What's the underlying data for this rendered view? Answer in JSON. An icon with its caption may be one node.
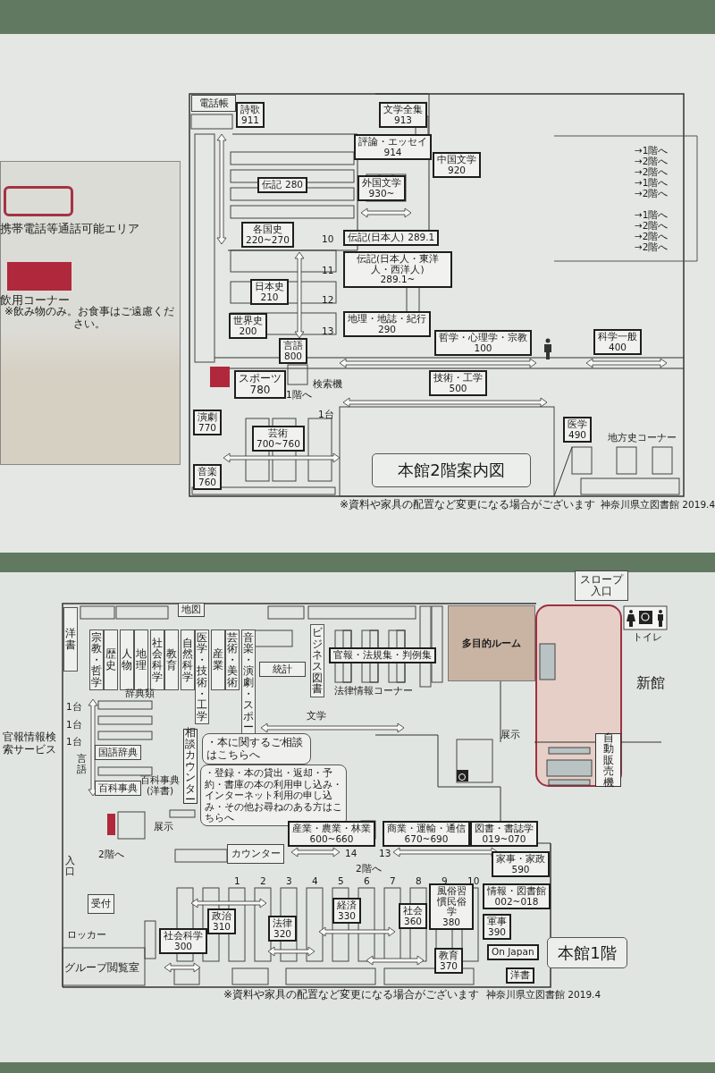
{
  "diagram": {
    "nodes": [
      {
        "text": [
          "電話帳"
        ]
      },
      {
        "text": [
          "詩歌",
          "911"
        ]
      },
      {
        "text": [
          "文学全集",
          "913"
        ]
      },
      {
        "text": [
          "評論・エッセイ",
          "914"
        ]
      },
      {
        "text": [
          "中国文学",
          "920"
        ]
      },
      {
        "text": [
          "伝記",
          "280"
        ]
      },
      {
        "text": [
          "外国文学",
          "930~"
        ]
      },
      {
        "text": [
          "各国史",
          "220~270"
        ]
      },
      {
        "text": [
          "伝記(日本人)",
          "289.1"
        ]
      },
      {
        "text": [
          "伝記(日本人・東洋人・西洋人)",
          "289.1~"
        ]
      },
      {
        "text": [
          "日本史",
          "210"
        ]
      },
      {
        "text": [
          "世界史",
          "200"
        ]
      },
      {
        "text": [
          "地理・地誌・紀行",
          "290"
        ]
      },
      {
        "text": [
          "哲学・心理学・宗教",
          "100"
        ]
      },
      {
        "text": [
          "科学一般",
          "400"
        ]
      },
      {
        "text": [
          "言語",
          "800"
        ]
      },
      {
        "text": [
          "スポーツ",
          "780"
        ]
      },
      {
        "text": [
          "技術・工学",
          "500"
        ]
      },
      {
        "text": [
          "演劇",
          "770"
        ]
      },
      {
        "text": [
          "芸術",
          "700~760"
        ]
      },
      {
        "text": [
          "音楽",
          "760"
        ]
      },
      {
        "text": [
          "医学",
          "490"
        ]
      },
      {
        "text": [
          "本館2階案内図"
        ]
      },
      {
        "text": [
          "洋書"
        ]
      },
      {
        "text": [
          "宗教・哲学"
        ]
      },
      {
        "text": [
          "歴史"
        ]
      },
      {
        "text": [
          "人物"
        ]
      },
      {
        "text": [
          "地理"
        ]
      },
      {
        "text": [
          "社会科学"
        ]
      },
      {
        "text": [
          "教育"
        ]
      },
      {
        "text": [
          "自然科学"
        ]
      },
      {
        "text": [
          "医学・技術・工学"
        ]
      },
      {
        "text": [
          "産業"
        ]
      },
      {
        "text": [
          "芸術・美術"
        ]
      },
      {
        "text": [
          "音楽・演劇・スポーツ"
        ]
      },
      {
        "text": [
          "地図"
        ]
      },
      {
        "text": [
          "統計"
        ]
      },
      {
        "text": [
          "ビジネス図書"
        ]
      },
      {
        "text": [
          "官報・法規集・判例集"
        ]
      },
      {
        "text": [
          "多目的ルーム"
        ]
      },
      {
        "text": [
          "スロープ入口"
        ]
      },
      {
        "text": [
          "自動販売機"
        ]
      },
      {
        "text": [
          "国語辞典"
        ]
      },
      {
        "text": [
          "百科事典"
        ]
      },
      {
        "text": [
          "相談カウンター"
        ]
      },
      {
        "text": [
          "・本に関するご相談はこちらへ"
        ]
      },
      {
        "text": [
          "・登録・本の貸出・返却・予約・書庫の本の利用申し込み・インターネット利用の申し込み・その他お尋ねのある方はこちらへ"
        ]
      },
      {
        "text": [
          "カウンター"
        ]
      },
      {
        "text": [
          "産業・農業・林業",
          "600~660"
        ]
      },
      {
        "text": [
          "商業・運輸・通信",
          "670~690"
        ]
      },
      {
        "text": [
          "図書・書誌学",
          "019~070"
        ]
      },
      {
        "text": [
          "家事・家政",
          "590"
        ]
      },
      {
        "text": [
          "風俗習慣民俗学",
          "380"
        ]
      },
      {
        "text": [
          "情報・図書館",
          "002~018"
        ]
      },
      {
        "text": [
          "経済",
          "330"
        ]
      },
      {
        "text": [
          "政治",
          "310"
        ]
      },
      {
        "text": [
          "法律",
          "320"
        ]
      },
      {
        "text": [
          "社会",
          "360"
        ]
      },
      {
        "text": [
          "軍事",
          "390"
        ]
      },
      {
        "text": [
          "社会科学",
          "300"
        ]
      },
      {
        "text": [
          "教育",
          "370"
        ]
      },
      {
        "text": [
          "On Japan"
        ]
      },
      {
        "text": [
          "洋書"
        ]
      },
      {
        "text": [
          "受付"
        ]
      },
      {
        "text": [
          "本館1階"
        ]
      }
    ],
    "labels": [
      "※飲み物のみ。お食事はご遠慮ください。",
      "→1階へ",
      "→2階へ",
      "→2階へ",
      "→1階へ",
      "→2階へ",
      "→1階へ",
      "→2階へ",
      "→2階へ",
      "→2階へ",
      "地方史コーナー",
      "1階へ",
      "検索機",
      "1台",
      "10",
      "11",
      "12",
      "13",
      "※資料や家具の配置など変更になる場合がございます",
      "神奈川県立図書館 2019.4",
      "新館",
      "トイレ",
      "辞典類",
      "法律情報コーナー",
      "文学",
      "展示",
      "言語",
      "1台",
      "1台",
      "1台",
      "官報情報検索サービス",
      "百科事典(洋書)",
      "展示",
      "入口",
      "2階へ",
      "2階へ",
      "ロッカー",
      "グループ閲覧室",
      "1",
      "2",
      "3",
      "4",
      "5",
      "6",
      "7",
      "8",
      "9",
      "10",
      "14",
      "13",
      "※資料や家具の配置など変更になる場合がございます",
      "神奈川県立図書館 2019.4"
    ],
    "legend": [
      {
        "text": "携帯電話等通話可能エリア"
      },
      {
        "text": "飲用コーナー",
        "color": "#b0283c"
      }
    ]
  }
}
